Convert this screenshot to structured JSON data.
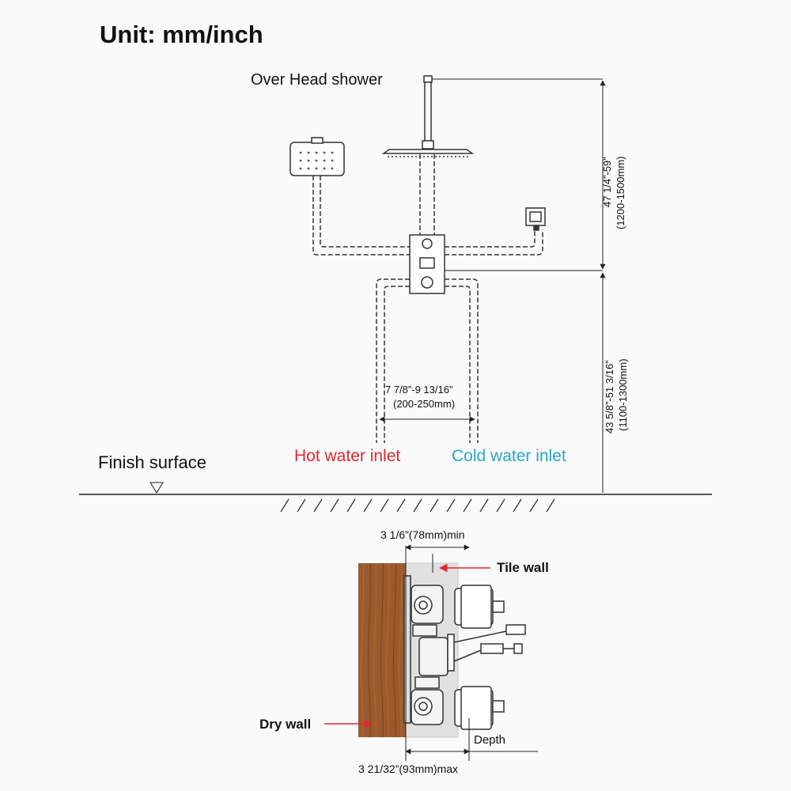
{
  "unit_title": "Unit: mm/inch",
  "labels": {
    "overhead_shower": "Over Head shower",
    "finish_surface": "Finish surface",
    "hot_inlet": "Hot water inlet",
    "cold_inlet": "Cold water inlet",
    "tile_wall": "Tile wall",
    "dry_wall": "Dry wall",
    "depth": "Depth"
  },
  "dimensions": {
    "upper_height": "47 1/4”-59”",
    "upper_height_mm": "(1200-1500mm)",
    "lower_height": "43 5/8”-51 3/16”",
    "lower_height_mm": "(1100-1300mm)",
    "inlet_spacing": "7 7/8”-9 13/16”",
    "inlet_spacing_mm": "(200-250mm)",
    "min_depth": "3 1/6”(78mm)min",
    "max_depth": "3 21/32”(93mm)max"
  },
  "colors": {
    "hot": "#e4262f",
    "cold": "#29a7c9",
    "wood": "#9c5a2c",
    "arrow": "#e4262f"
  }
}
